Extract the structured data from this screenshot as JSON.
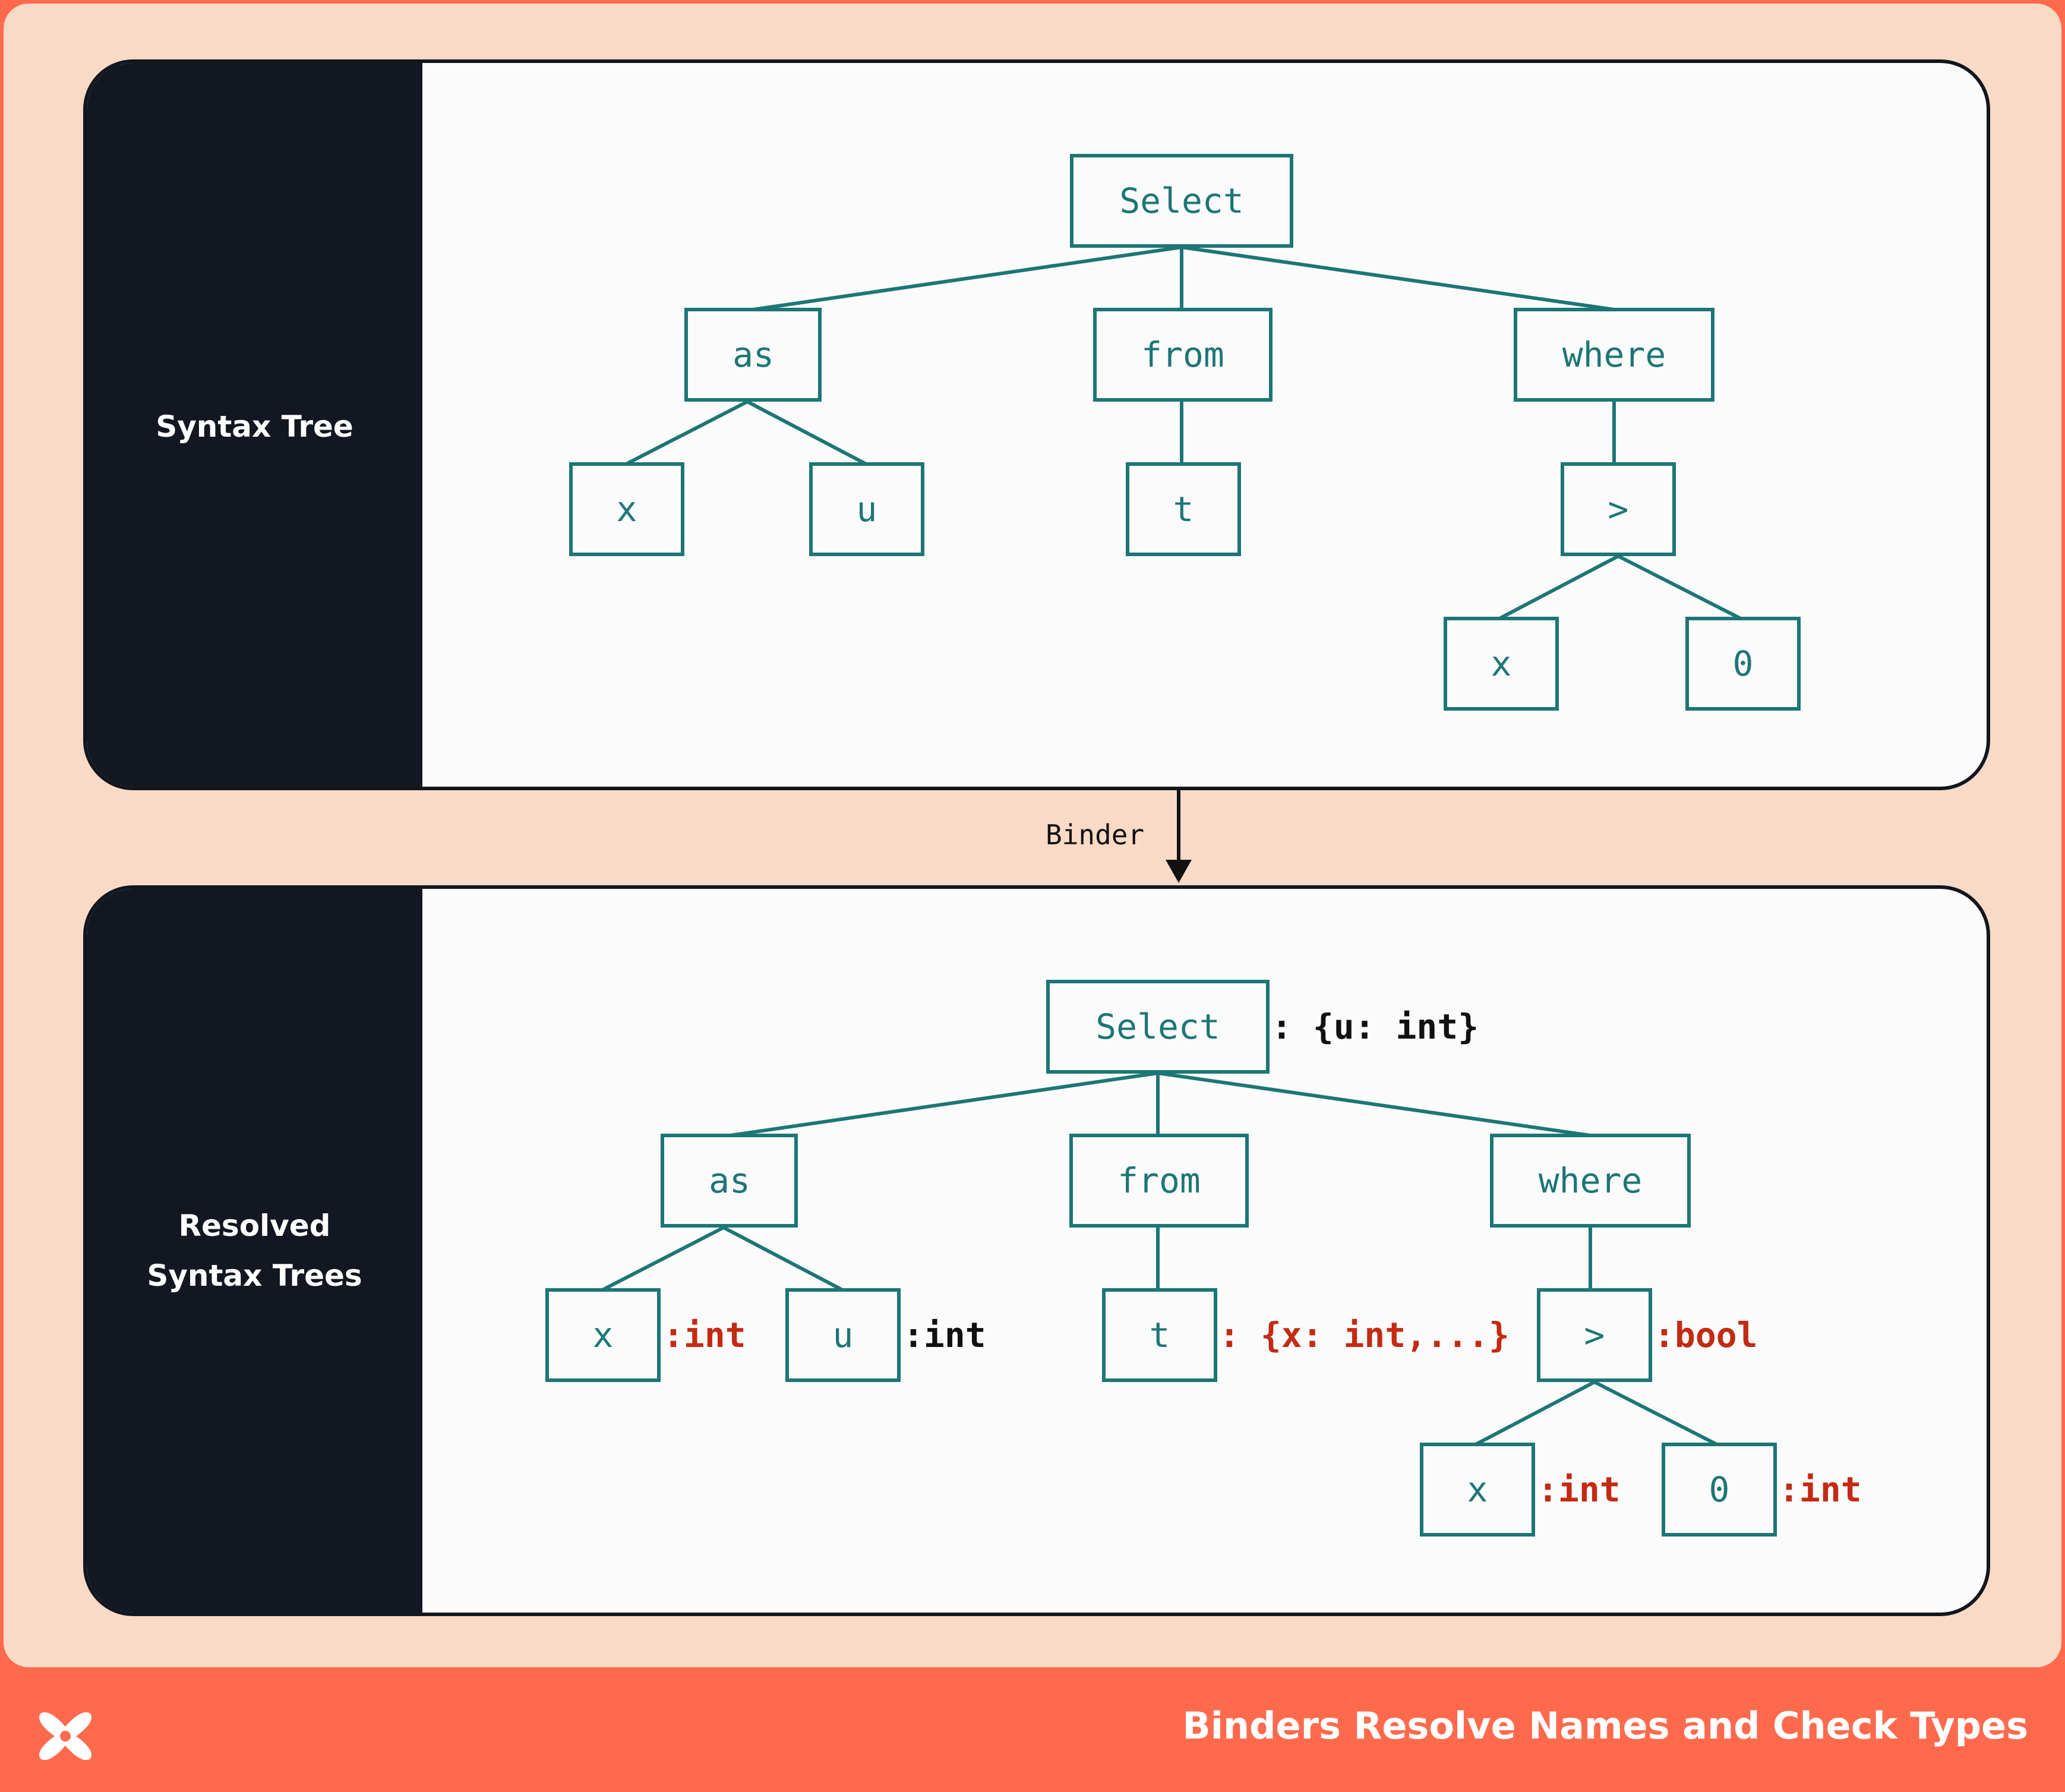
{
  "colors": {
    "background": "#f9dac6",
    "footer": "#ff6a4d",
    "sidebar": "#131722",
    "node_stroke": "#1d7676",
    "annotation_red": "#c42a12",
    "annotation_black": "#111111"
  },
  "footer": {
    "title": "Binders Resolve Names and Check Types",
    "logo_icon": "x-logo-icon"
  },
  "connector": {
    "label": "Binder"
  },
  "panel1": {
    "label": "Syntax Tree",
    "nodes": {
      "select": "Select",
      "as": "as",
      "from": "from",
      "where": "where",
      "x": "x",
      "u": "u",
      "t": "t",
      "gt": ">",
      "x2": "x",
      "zero": "0"
    }
  },
  "panel2": {
    "label_line1": "Resolved",
    "label_line2": "Syntax Trees",
    "nodes": {
      "select": "Select",
      "as": "as",
      "from": "from",
      "where": "where",
      "x": "x",
      "u": "u",
      "t": "t",
      "gt": ">",
      "x2": "x",
      "zero": "0"
    },
    "annotations": {
      "select": ": {u: int}",
      "x": ":int",
      "u": ":int",
      "t": ": {x: int,...}",
      "gt": ":bool",
      "x2": ":int",
      "zero": ":int"
    }
  }
}
